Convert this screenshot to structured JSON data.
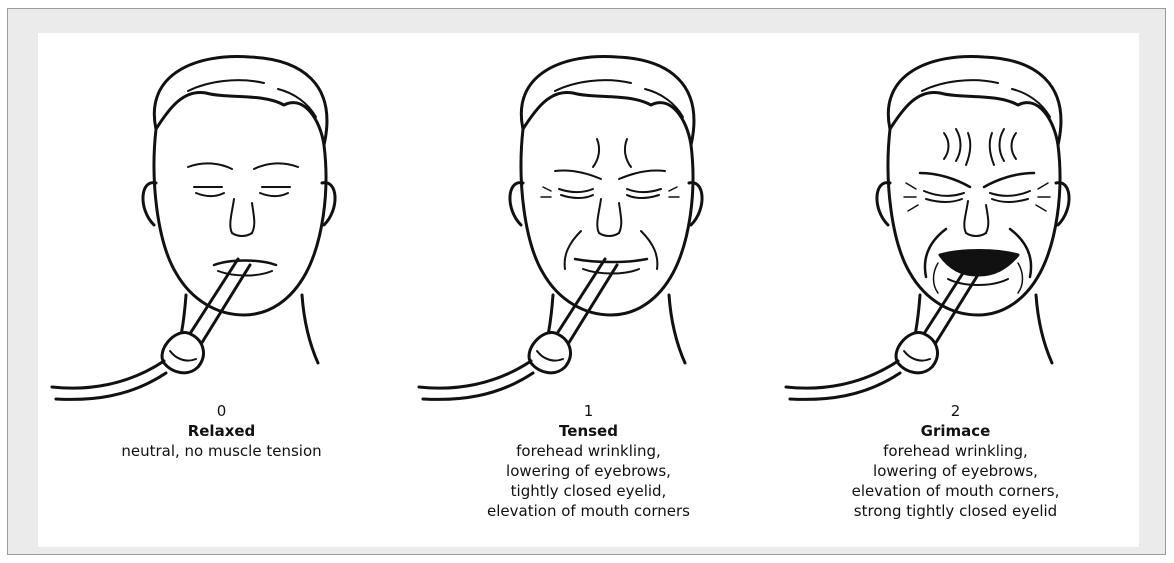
{
  "panels": [
    {
      "score": "0",
      "title": "Relaxed",
      "description": [
        "neutral, no muscle tension"
      ]
    },
    {
      "score": "1",
      "title": "Tensed",
      "description": [
        "forehead wrinkling,",
        "lowering of eyebrows,",
        "tightly closed eyelid,",
        "elevation of mouth corners"
      ]
    },
    {
      "score": "2",
      "title": "Grimace",
      "description": [
        "forehead wrinkling,",
        "lowering of eyebrows,",
        "elevation of mouth corners,",
        "strong tightly closed eyelid"
      ]
    }
  ]
}
